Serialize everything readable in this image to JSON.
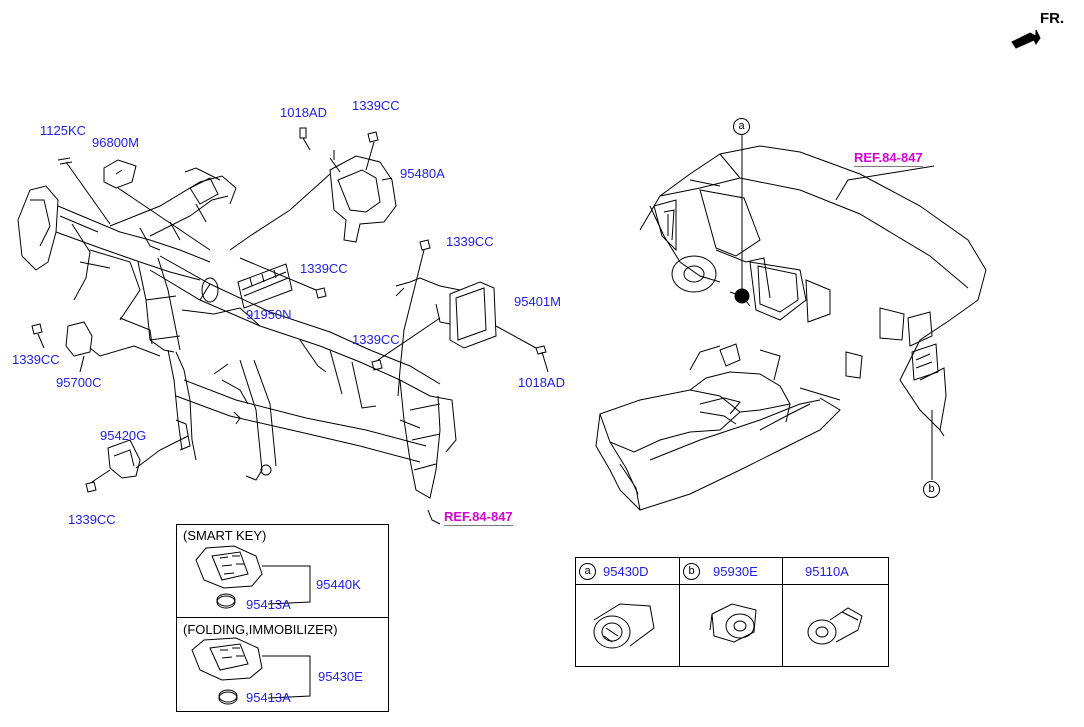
{
  "header": {
    "direction_label": "FR."
  },
  "labels": {
    "p1125KC": "1125KC",
    "p96800M": "96800M",
    "p1018AD_top": "1018AD",
    "p1339CC_top": "1339CC",
    "p95480A": "95480A",
    "p1339CC_mid": "1339CC",
    "p1339CC_right": "1339CC",
    "p95401M": "95401M",
    "p1339CC_conn": "1339CC",
    "p1018AD_right": "1018AD",
    "p91950N": "91950N",
    "p1339CC_left": "1339CC",
    "p95700C": "95700C",
    "p95420G": "95420G",
    "p1339CC_bottom": "1339CC"
  },
  "refs": {
    "ref_left": "REF.84-847",
    "ref_right": "REF.84-847"
  },
  "callouts": {
    "a": "a",
    "b": "b"
  },
  "smart_key_box": {
    "title": "(SMART KEY)",
    "part_key": "95440K",
    "part_battery": "95413A"
  },
  "folding_box": {
    "title": "(FOLDING,IMMOBILIZER)",
    "part_key": "95430E",
    "part_battery": "95413A"
  },
  "parts_table": [
    {
      "mark": "a",
      "code": "95430D"
    },
    {
      "mark": "b",
      "code": "95930E"
    },
    {
      "mark": "",
      "code": "95110A"
    }
  ],
  "colors": {
    "part_label": "#1f1fe0",
    "ref_label": "#d400d4",
    "line": "#000000"
  }
}
